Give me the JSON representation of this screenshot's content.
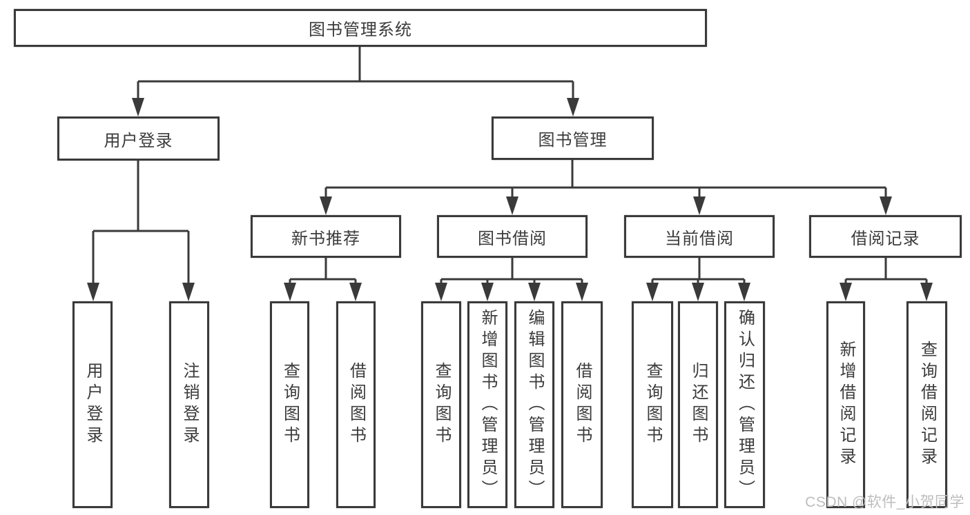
{
  "diagram": {
    "root": "图书管理系统",
    "level2": {
      "user_login": "用户登录",
      "book_management": "图书管理"
    },
    "level3": {
      "new_book_recommend": "新书推荐",
      "book_borrow": "图书借阅",
      "current_borrow": "当前借阅",
      "borrow_records": "借阅记录"
    },
    "leaves": {
      "user_login": [
        "用户登录",
        "注销登录"
      ],
      "new_book_recommend": [
        "查询图书",
        "借阅图书"
      ],
      "book_borrow": [
        "查询图书",
        "新增图书（管理员）",
        "编辑图书（管理员）",
        "借阅图书"
      ],
      "current_borrow": [
        "查询图书",
        "归还图书",
        "确认归还（管理员）"
      ],
      "borrow_records": [
        "新增借阅记录",
        "查询借阅记录"
      ]
    }
  },
  "watermark": "CSDN @软件_小贺同学",
  "colors": {
    "line": "#3a3a3a",
    "text": "#3b3b3b",
    "watermark": "#bdbdbd",
    "background": "#ffffff"
  }
}
